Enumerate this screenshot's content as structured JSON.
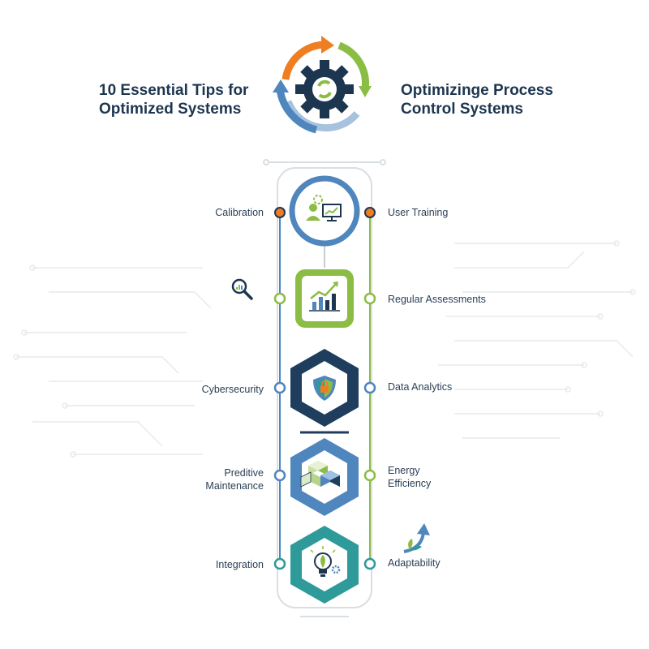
{
  "title_left": "10 Essential Tips for\nOptimized Systems",
  "title_right": "Optimizinge Process\nControl Systems",
  "left_labels": [
    "Calibration",
    "",
    "Cybersecurity",
    "Preditive\nMaintenance",
    "Integration"
  ],
  "right_labels": [
    "User Training",
    "Regular Assessments",
    "Data Analytics",
    "Energy\nEfficiency",
    "Adaptability"
  ],
  "nodes": [
    {
      "shape": "circle",
      "color": "#4f86bd",
      "icon": "user-computer-icon"
    },
    {
      "shape": "rounded-square",
      "color": "#8bbd45",
      "icon": "bar-chart-icon"
    },
    {
      "shape": "hexagon",
      "color": "#1f3d5c",
      "icon": "shield-lock-icon"
    },
    {
      "shape": "hexagon",
      "color": "#4f86bd",
      "icon": "cubes-icon"
    },
    {
      "shape": "hexagon",
      "color": "#2e9a9a",
      "icon": "lightbulb-gear-icon"
    }
  ],
  "colors": {
    "navy": "#1d3650",
    "blue": "#4f86bd",
    "green": "#8bbd45",
    "orange": "#ef7d22",
    "teal": "#2e9a9a"
  }
}
